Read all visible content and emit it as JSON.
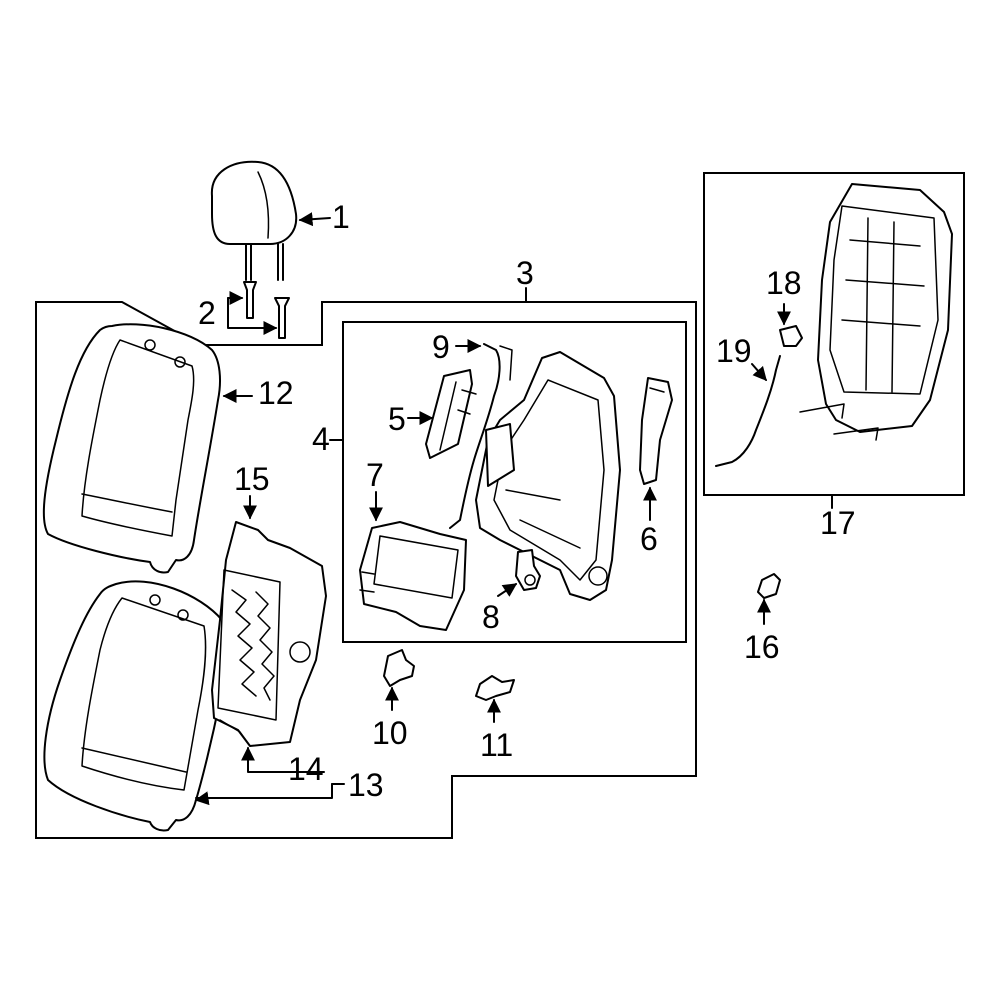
{
  "highlight_color": "#3a5fc8",
  "callouts": {
    "c1": "1",
    "c2": "2",
    "c3": "3",
    "c4": "4",
    "c5": "5",
    "c6": "6",
    "c7": "7",
    "c8": "8",
    "c9": "9",
    "c10": "10",
    "c11": "11",
    "c12": "12",
    "c13": "13",
    "c14": "14",
    "c15": "15",
    "c16": "16",
    "c17": "17",
    "c18": "18",
    "c19": "19"
  }
}
